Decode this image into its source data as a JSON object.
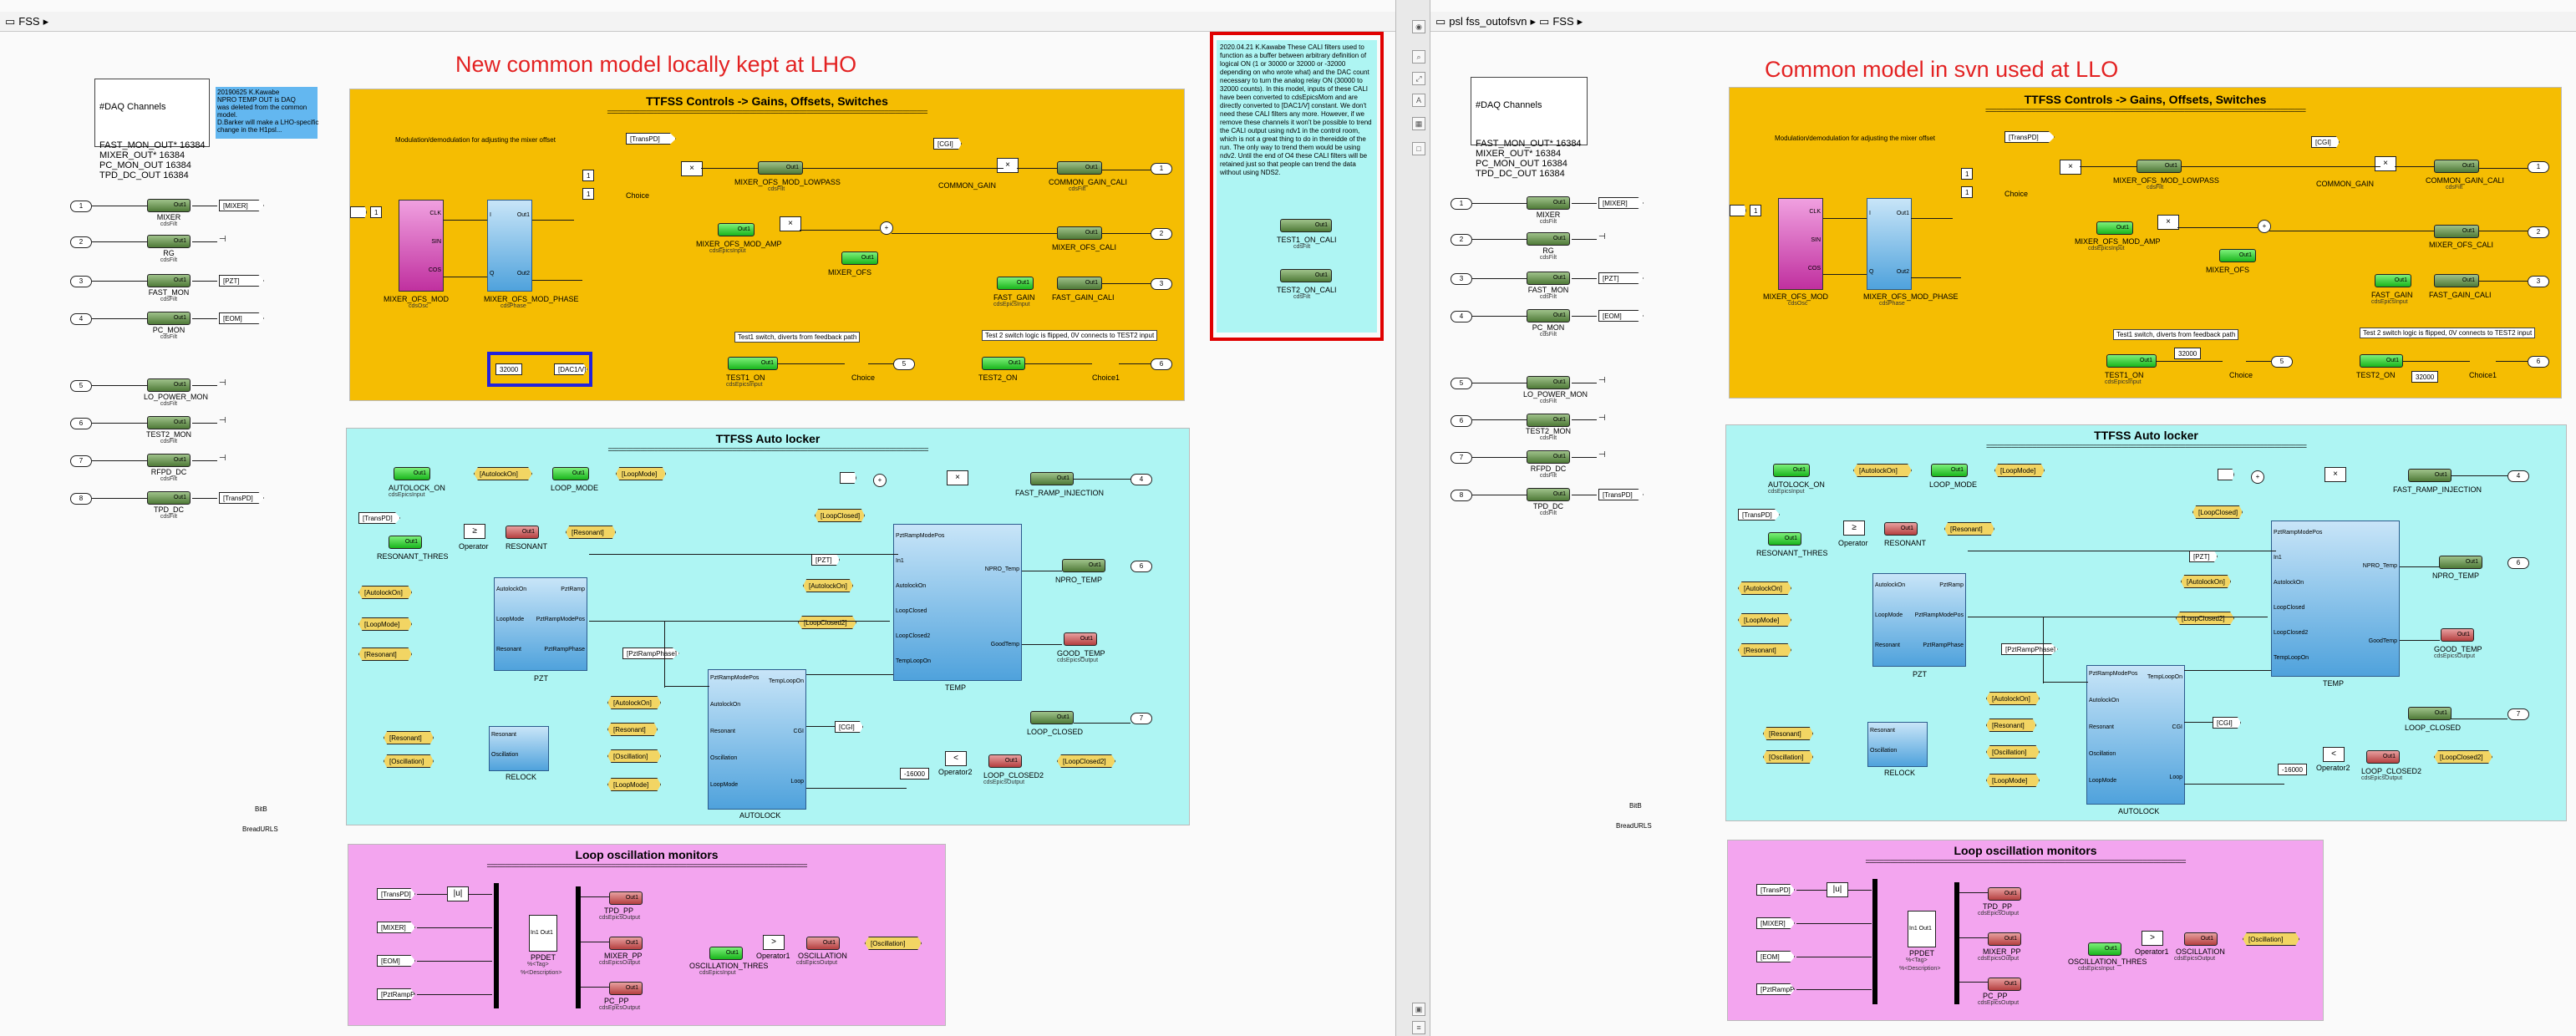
{
  "left": {
    "breadcrumb": "FSS",
    "title": "New common model locally kept at LHO",
    "daq_heading": "#DAQ Channels",
    "daq_lines": [
      "FAST_MON_OUT* 16384",
      "MIXER_OUT* 16384",
      "PC_MON_OUT 16384",
      "TPD_DC_OUT 16384"
    ],
    "daq_note": "20190625 K.Kawabe\nNPRO TEMP OUT is DAQ\nwas deleted from the common\nmodel.\nD.Barker will make a LHO-specific\nchange in the H1psl...",
    "cali_note": "2020.04.21 K.Kawabe\nThese CALI filters used to function as a buffer between arbitrary definition of logical ON (1 or 30000 or 32000 or -32000 depending on who wrote what) and the DAC count necessary to turn the analog relay ON (30000 to 32000 counts). In this model, inputs of these CALI have been converted to cdsEpicsMom and are directly converted to [DAC1/V] constant. We don't need these CALI filters any more.\nHowever, if we remove these channels it won't be possible to trend the CALI output using ndv1 in the control room, which is not a great thing to do in thereidde of the run. The only way to trend them would be using ndv2.\nUntil the end of O4 these CALI filters will be retained just so that people can trend the data without using NDS2.",
    "bl_label": "BitB",
    "bl_sublabel": "BreadURLS"
  },
  "right": {
    "breadcrumb": [
      "psl fss_outofsvn",
      "FSS"
    ],
    "title": "Common model in svn used at LLO",
    "daq_heading": "#DAQ Channels",
    "daq_lines": [
      "FAST_MON_OUT* 16384",
      "MIXER_OUT* 16384",
      "PC_MON_OUT 16384",
      "TPD_DC_OUT 16384"
    ],
    "bl_label": "BitB",
    "bl_sublabel": "BreadURLS"
  },
  "inputs": [
    {
      "n": "1",
      "name": "MIXER",
      "tag": "[MIXER]"
    },
    {
      "n": "2",
      "name": "RG",
      "tag": ""
    },
    {
      "n": "3",
      "name": "FAST_MON",
      "tag": "[PZT]"
    },
    {
      "n": "4",
      "name": "PC_MON",
      "tag": "[EOM]"
    },
    {
      "n": "5",
      "name": "LO_POWER_MON",
      "tag": ""
    },
    {
      "n": "6",
      "name": "TEST2_MON",
      "tag": ""
    },
    {
      "n": "7",
      "name": "RFPD_DC",
      "tag": ""
    },
    {
      "n": "8",
      "name": "TPD_DC",
      "tag": "[TransPD]"
    }
  ],
  "filter_sub": "cdsFilt",
  "out_label": "Out1",
  "controls": {
    "title": "TTFSS Controls -> Gains, Offsets, Switches",
    "eqline": "==========================================================================================",
    "mod_label": "Modulation/demodulation for adjusting the mixer offset",
    "ofs_mod": "MIXER_OFS_MOD",
    "ofs_mod_sub": "cdsOsc",
    "ofs_mod_phase": "MIXER_OFS_MOD_PHASE",
    "ofs_mod_phase_sub": "cdsPhase",
    "ofs_mod_ports_l": [
      "CLK",
      "SIN",
      "COS"
    ],
    "ofs_mod_ports_r": [
      "CLK",
      "SIN",
      "COS"
    ],
    "phase_ports_l": [
      "I",
      "Q"
    ],
    "phase_ports_r": [
      "Out1",
      "Out2"
    ],
    "transpd": "[TransPD]",
    "choice": "Choice",
    "lowpass": "MIXER_OFS_MOD_LOWPASS",
    "cgi": "[CGI]",
    "common_gain": "COMMON_GAIN",
    "common_gain_cali": "COMMON_GAIN_CALI",
    "mod_amp": "MIXER_OFS_MOD_AMP",
    "mod_amp_sub": "cdsEpicsInput",
    "mixer_ofs": "MIXER_OFS",
    "mixer_ofs_cali": "MIXER_OFS_CALI",
    "fast_gain": "FAST_GAIN",
    "fast_gain_cali": "FAST_GAIN_CALI",
    "test1_note": "Test1 switch, diverts from feedback path",
    "test2_note": "Test 2 switch logic is flipped, 0V connects to TEST2 input",
    "test1_on": "TEST1_ON",
    "test2_on": "TEST2_ON",
    "const_32000": "32000",
    "dac_tag": "[DAC1/V]",
    "choice1": "Choice1",
    "epics_input": "cdsEpicsInput",
    "ports": [
      "1",
      "2",
      "3",
      "4",
      "5",
      "6"
    ],
    "one": "1",
    "test1_on_cali": "TEST1_ON_CALI",
    "test2_on_cali": "TEST2_ON_CALI"
  },
  "autolocker": {
    "title": "TTFSS Auto locker",
    "eqline": "==========================================================================================",
    "autolock_on": "AUTOLOCK_ON",
    "autolock_tag": "[AutolockOn]",
    "loop_mode": "LOOP_MODE",
    "loopmode_tag": "[LoopMode]",
    "resonant_thres": "RESONANT_THRES",
    "resonant": "RESONANT",
    "resonant_tag": "[Resonant]",
    "operator": "Operator",
    "fast_ramp": "FAST_RAMP_INJECTION",
    "loopclosed_tag": "[LoopClosed]",
    "loopclosed2_tag": "[LoopClosed2]",
    "pzt_tag": "[PZT]",
    "pzt": "PZT",
    "temp": "TEMP",
    "npro_temp": "NPRO_TEMP",
    "good_temp": "GOOD_TEMP",
    "autolock": "AUTOLOCK",
    "relock": "RELOCK",
    "oscillation_tag": "[Oscillation]",
    "pzt_ramp_phase_tag": "[PztRampPhase]",
    "cgi_tag": "[CGI]",
    "loop_closed": "LOOP_CLOSED",
    "loop_closed2": "LOOP_CLOSED2",
    "operator2": "Operator2",
    "const_m16000": "-16000",
    "epics_output": "cdsEpicsOutput",
    "pzt_ports_l": [
      "AutolockOn",
      "LoopMode",
      "Resonant"
    ],
    "pzt_ports_r": [
      "PztRamp",
      "PztRampModePos",
      "PztRampPhase"
    ],
    "temp_ports_l": [
      "PztRampModePos",
      "In1",
      "AutolockOn",
      "LoopClosed",
      "LoopClosed2",
      "TempLoopOn"
    ],
    "temp_ports_r": [
      "NPRO_Temp",
      "GoodTemp"
    ],
    "al_ports_l": [
      "PztRampModePos",
      "AutolockOn",
      "Resonant",
      "Oscillation",
      "LoopMode"
    ],
    "al_ports_r": [
      "TempLoopOn",
      "CGI",
      "Loop"
    ],
    "relock_ports": [
      "Resonant",
      "Oscillation"
    ],
    "ports": [
      "4",
      "6",
      "7"
    ]
  },
  "monitors": {
    "title": "Loop oscillation monitors",
    "eqline": "==========================================================================================",
    "tags": [
      "[TransPD]",
      "[MIXER]",
      "[EOM]",
      "[PztRampPhase]"
    ],
    "abs": "|u|",
    "ppdet": "PPDET",
    "ppdet_sub1": "%<Tag>",
    "ppdet_sub2": "%<Description>",
    "ppdet_ports": "In1 Out1",
    "tpd_pp": "TPD_PP",
    "mixer_pp": "MIXER_PP",
    "pc_pp": "PC_PP",
    "osc_thres": "OSCILLATION_THRES",
    "operator1": "Operator1",
    "oscillation": "OSCILLATION",
    "osc_tag": "[Oscillation]",
    "epics_output": "cdsEpicsOutput",
    "epics_input": "cdsEpicsInput"
  },
  "colors": {
    "yellow": "#f5bd02",
    "cyan": "#aef5f3",
    "pink": "#f3a5ef",
    "red": "#e32222"
  }
}
